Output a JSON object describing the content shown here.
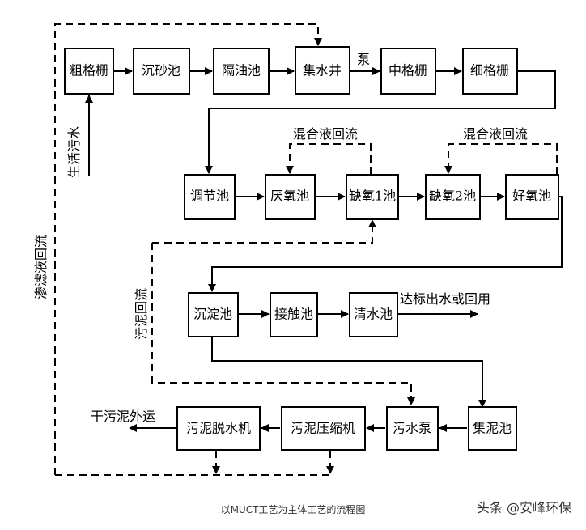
{
  "nodes": {
    "cugeshan": "粗格栅",
    "chenshachi": "沉砂池",
    "geyouchi": "隔油池",
    "jishuijing": "集水井",
    "zhonggeshan": "中格栅",
    "xigeshan": "细格栅",
    "tiaojiechi": "调节池",
    "yanyangchi": "厌氧池",
    "queyang1": "缺氧1池",
    "queyang2": "缺氧2池",
    "haoyangchi": "好氧池",
    "chendianchi": "沉淀池",
    "jiechuchi": "接触池",
    "qingshuichi": "清水池",
    "jinichi": "集泥池",
    "wushuibeng": "污水泵",
    "wuniyasuoji": "污泥压缩机",
    "wunituoshuiji": "污泥脱水机"
  },
  "labels": {
    "beng": "泵",
    "shenghuowushui": "生活污水",
    "hunheye1": "混合液回流",
    "hunheye2": "混合液回流",
    "wunihuiliu": "污泥回流",
    "shenlvye": "渗滤液回流",
    "dabiao": "达标出水或回用",
    "ganwuni": "干污泥外运"
  },
  "caption": "以MUCT工艺为主体工艺的流程图",
  "watermark": "头条 @安峰环保"
}
